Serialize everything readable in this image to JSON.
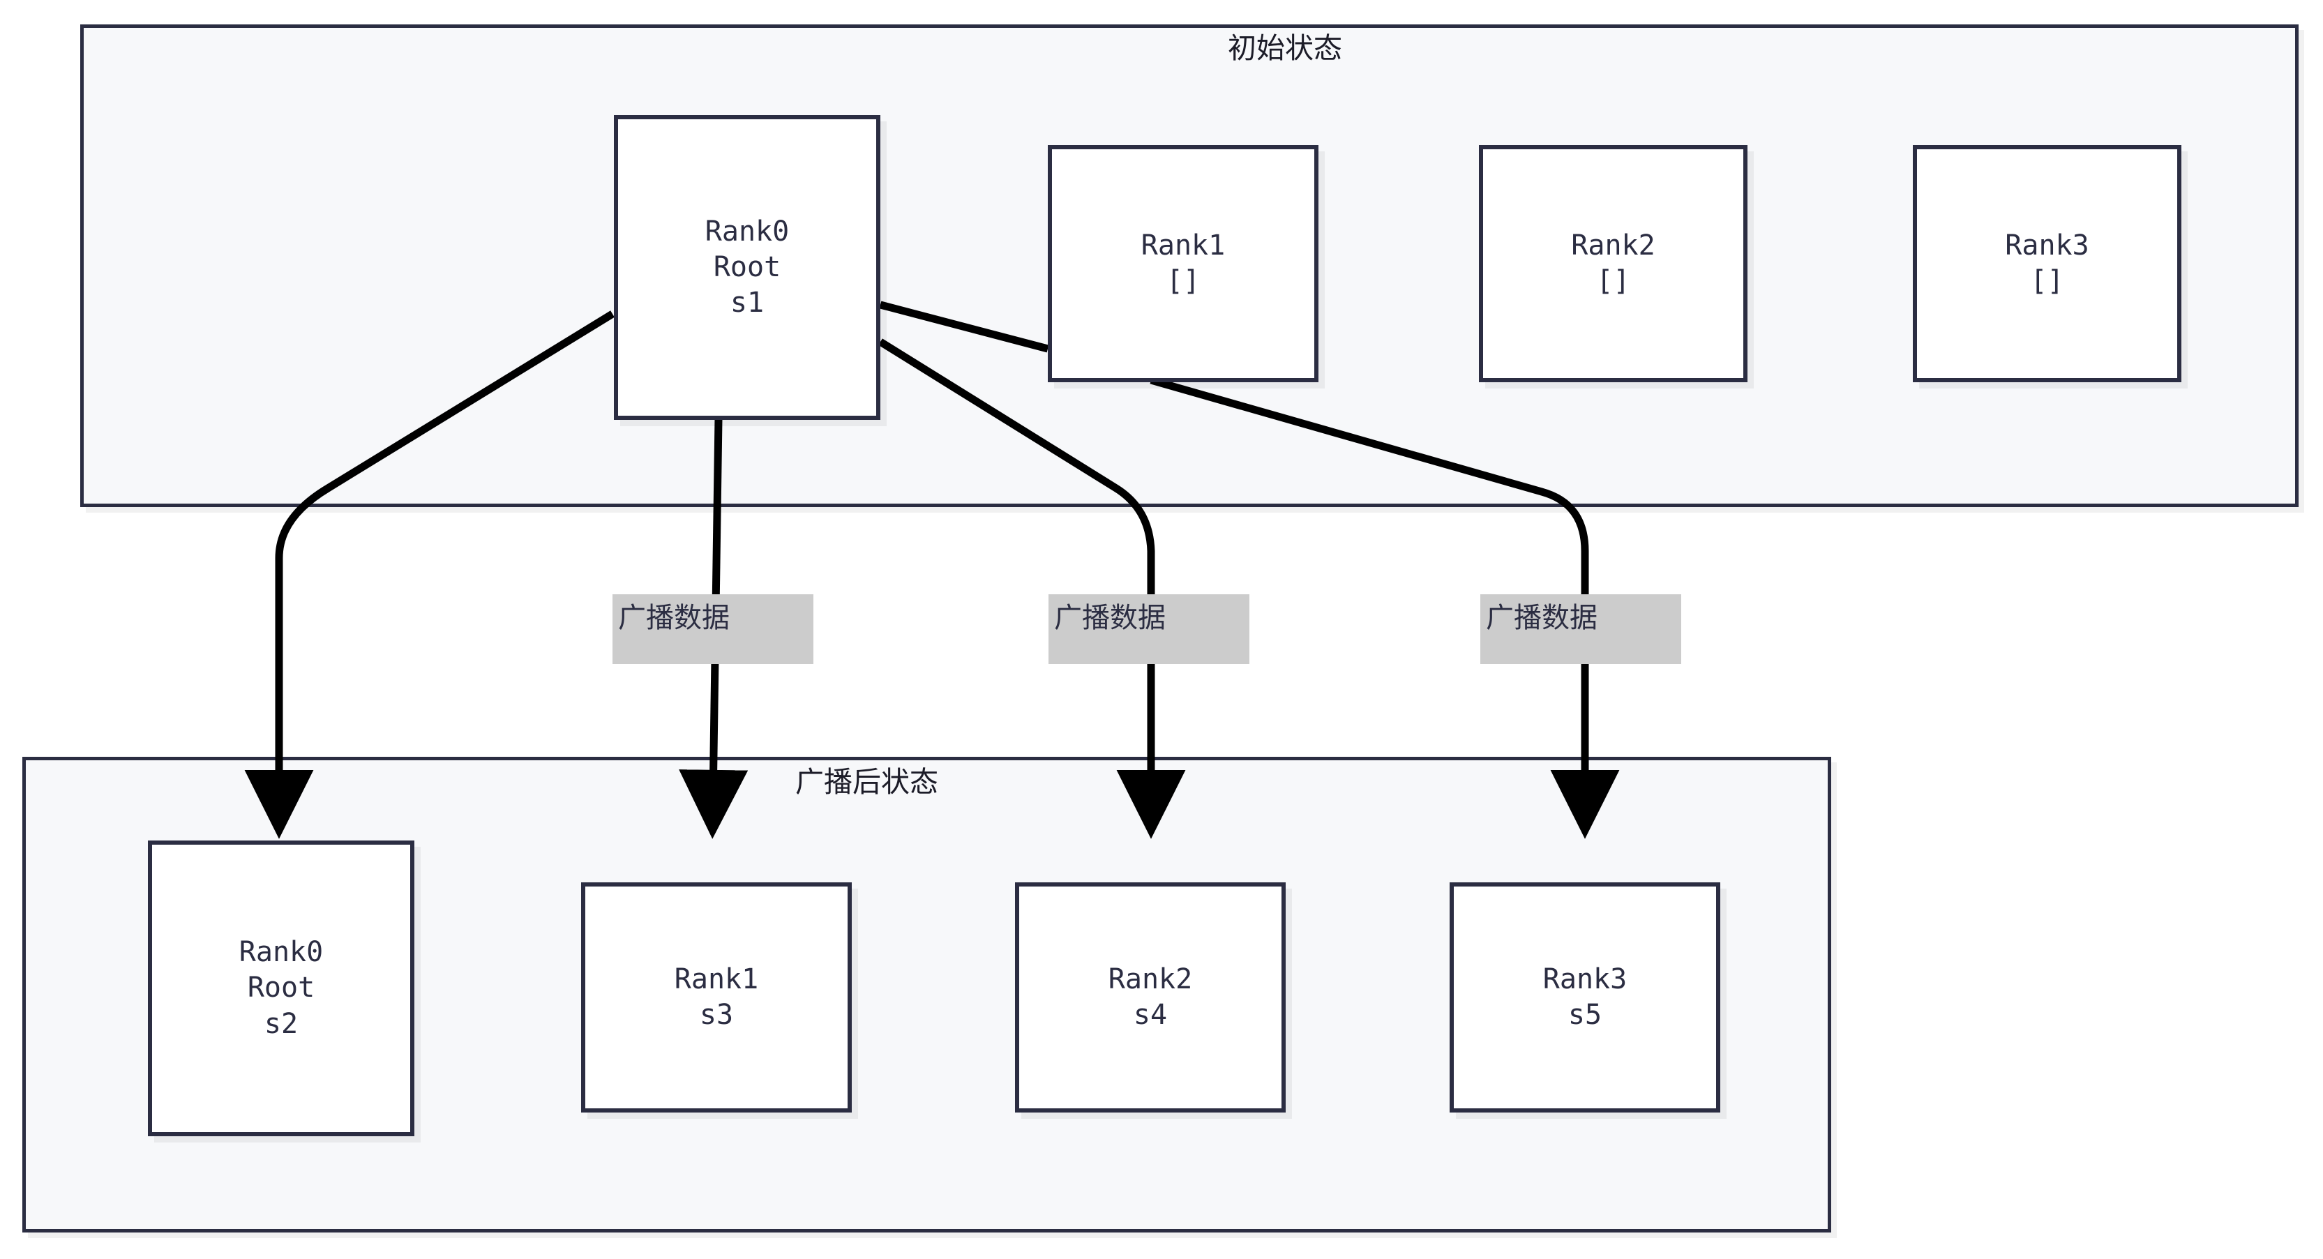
{
  "diagram": {
    "title_top": "初始状态",
    "title_bottom": "广播后状态",
    "colors": {
      "group_fill": "#f7f8fa",
      "group_stroke": "#2b2d42",
      "node_fill": "#ffffff",
      "node_stroke": "#2b2d42",
      "edge_stroke": "#000000",
      "label_fill": "#cccccc",
      "text": "#2b2d42"
    }
  },
  "initial_state": {
    "title": "初始状态",
    "nodes": [
      {
        "id": "rank0-initial",
        "lines": [
          "Rank0",
          "Root",
          "s1"
        ]
      },
      {
        "id": "rank1-initial",
        "lines": [
          "Rank1",
          "[]"
        ]
      },
      {
        "id": "rank2-initial",
        "lines": [
          "Rank2",
          "[]"
        ]
      },
      {
        "id": "rank3-initial",
        "lines": [
          "Rank3",
          "[]"
        ]
      }
    ]
  },
  "after_broadcast_state": {
    "title": "广播后状态",
    "nodes": [
      {
        "id": "rank0-after",
        "lines": [
          "Rank0",
          "Root",
          "s2"
        ]
      },
      {
        "id": "rank1-after",
        "lines": [
          "Rank1",
          "s3"
        ]
      },
      {
        "id": "rank2-after",
        "lines": [
          "Rank2",
          "s4"
        ]
      },
      {
        "id": "rank3-after",
        "lines": [
          "Rank3",
          "s5"
        ]
      }
    ]
  },
  "edges": [
    {
      "id": "edge-rank0-self",
      "label": ""
    },
    {
      "id": "edge-rank0-rank1",
      "label": "广播数据"
    },
    {
      "id": "edge-rank0-rank2",
      "label": "广播数据"
    },
    {
      "id": "edge-rank0-rank3",
      "label": "广播数据"
    }
  ]
}
